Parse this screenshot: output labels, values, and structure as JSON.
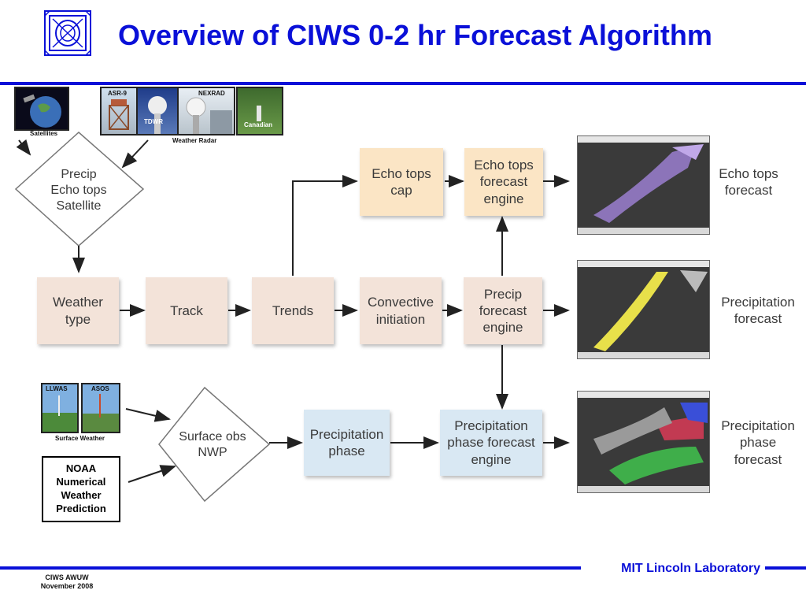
{
  "title": "Overview of CIWS 0-2 hr Forecast Algorithm",
  "sources": {
    "satellites": "Satellites",
    "asr9": "ASR-9",
    "tdwr": "TDWR",
    "nexrad": "NEXRAD",
    "canadian": "Canadian",
    "weather_radar": "Weather Radar",
    "llwas": "LLWAS",
    "asos": "ASOS",
    "surface_weather": "Surface Weather",
    "noaa_nwp": [
      "NOAA",
      "Numerical",
      "Weather",
      "Prediction"
    ]
  },
  "diamonds": {
    "precip": [
      "Precip",
      "Echo tops",
      "Satellite"
    ],
    "surface": [
      "Surface obs",
      "NWP"
    ]
  },
  "boxes": {
    "weather_type": [
      "Weather",
      "type"
    ],
    "track": [
      "Track"
    ],
    "trends": [
      "Trends"
    ],
    "convective": [
      "Convective",
      "initiation"
    ],
    "precip_engine": [
      "Precip",
      "forecast",
      "engine"
    ],
    "echo_cap": [
      "Echo tops",
      "cap"
    ],
    "echo_engine": [
      "Echo tops",
      "forecast",
      "engine"
    ],
    "precip_phase": [
      "Precipitation",
      "phase"
    ],
    "phase_engine": [
      "Precipitation",
      "phase forecast",
      "engine"
    ]
  },
  "outputs": {
    "echo_tops": [
      "Echo tops",
      "forecast"
    ],
    "precipitation": [
      "Precipitation",
      "forecast"
    ],
    "phase": [
      "Precipitation",
      "phase",
      "forecast"
    ]
  },
  "footer": {
    "event": "CIWS AWUW",
    "date": "November 2008",
    "lab": "MIT Lincoln Laboratory"
  },
  "colors": {
    "brand": "#0a10d8",
    "tan": "#f3e3d9",
    "orange": "#fbe5c5",
    "blue": "#d9e8f3"
  }
}
